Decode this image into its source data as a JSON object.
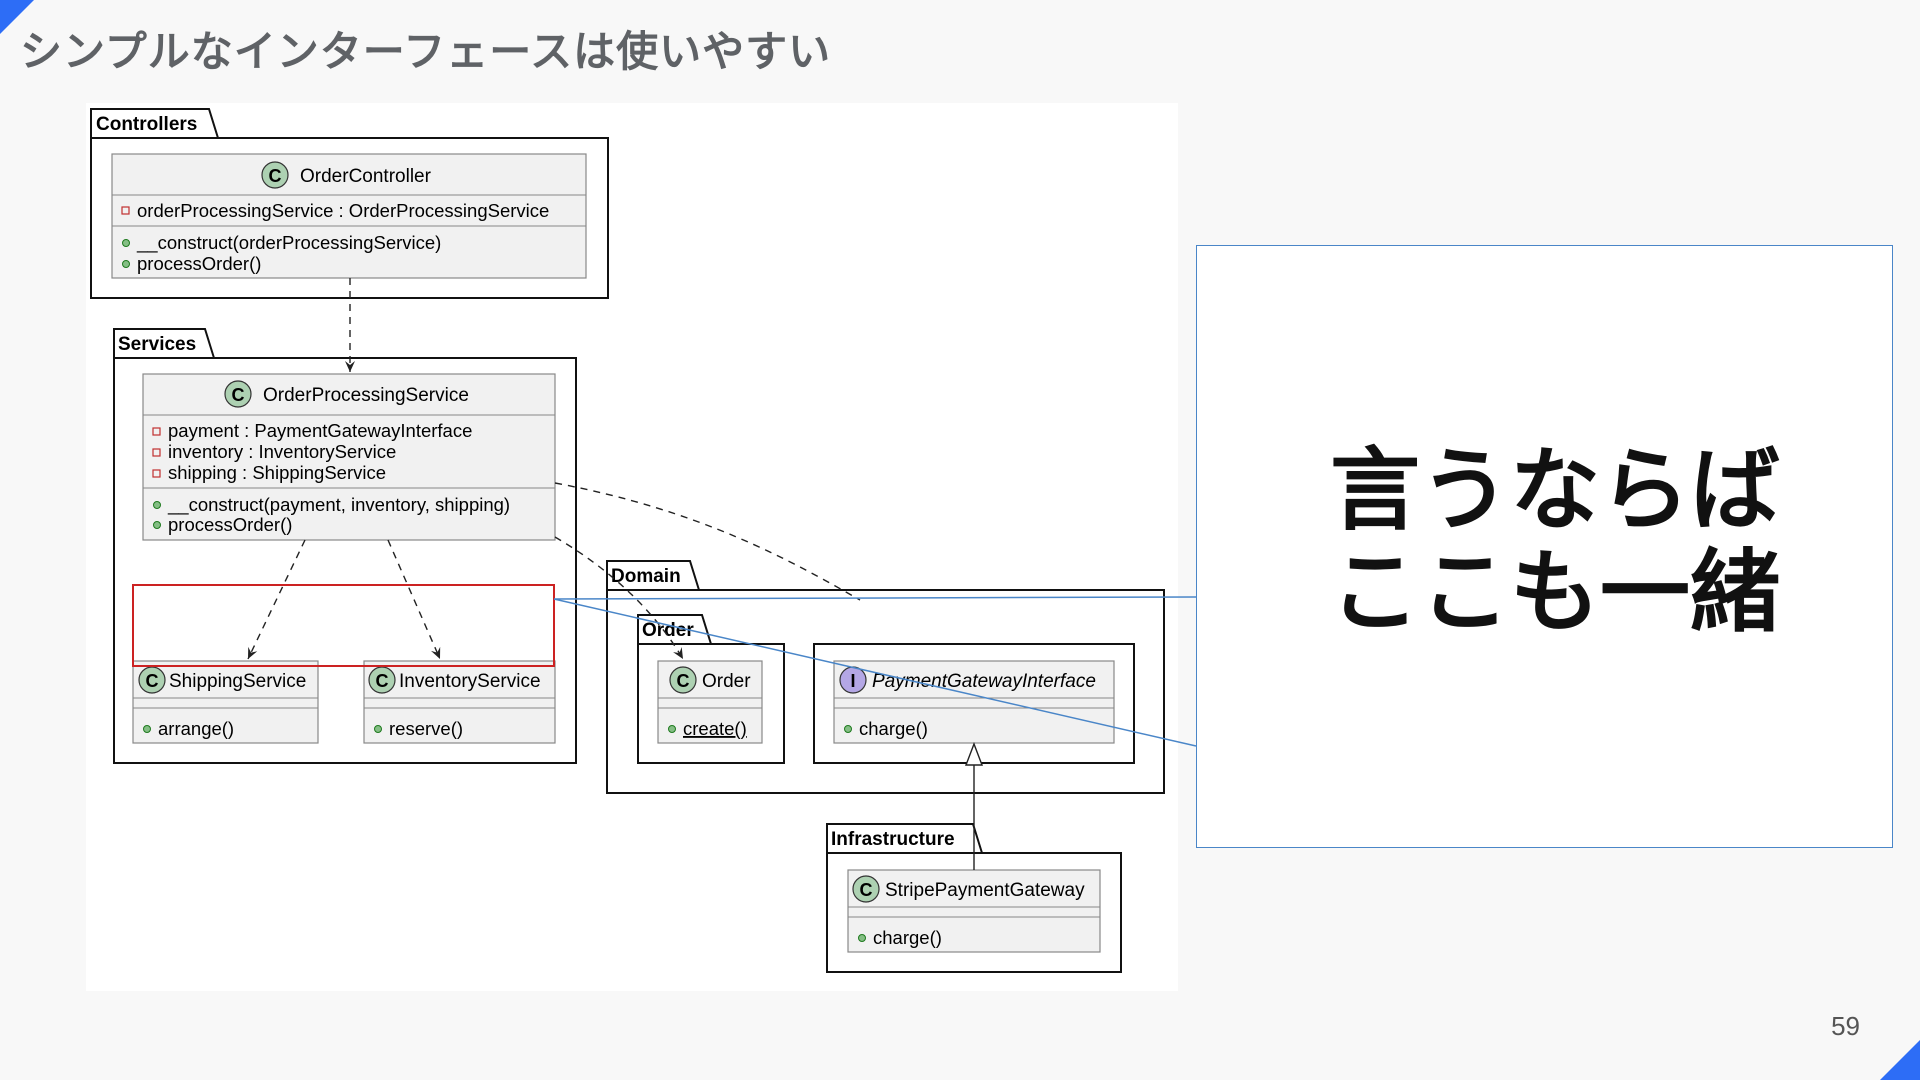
{
  "slide": {
    "title": "シンプルなインターフェースは使いやすい",
    "page_number": "59"
  },
  "callout": {
    "line1": "言うならば",
    "line2": "ここも一緒"
  },
  "diagram": {
    "packages": {
      "controllers": "Controllers",
      "services": "Services",
      "domain": "Domain",
      "order": "Order",
      "infrastructure": "Infrastructure"
    },
    "classes": {
      "order_controller": {
        "stereotype": "C",
        "name": "OrderController",
        "fields": [
          "orderProcessingService : OrderProcessingService"
        ],
        "methods": [
          "__construct(orderProcessingService)",
          "processOrder()"
        ]
      },
      "order_processing_service": {
        "stereotype": "C",
        "name": "OrderProcessingService",
        "fields": [
          "payment : PaymentGatewayInterface",
          "inventory : InventoryService",
          "shipping : ShippingService"
        ],
        "methods": [
          "__construct(payment, inventory, shipping)",
          "processOrder()"
        ]
      },
      "shipping_service": {
        "stereotype": "C",
        "name": "ShippingService",
        "methods": [
          "arrange()"
        ]
      },
      "inventory_service": {
        "stereotype": "C",
        "name": "InventoryService",
        "methods": [
          "reserve()"
        ]
      },
      "order": {
        "stereotype": "C",
        "name": "Order",
        "methods": [
          "create()"
        ]
      },
      "payment_gateway_interface": {
        "stereotype": "I",
        "name": "PaymentGatewayInterface",
        "methods": [
          "charge()"
        ]
      },
      "stripe_payment_gateway": {
        "stereotype": "C",
        "name": "StripePaymentGateway",
        "methods": [
          "charge()"
        ]
      }
    },
    "colors": {
      "class_fill": "#f1f1f1",
      "class_badge": "#add1b2",
      "interface_badge": "#b4a7e5",
      "highlight": "#cc2222",
      "callout_border": "#4a86c8",
      "accent": "#2d6df6"
    }
  }
}
